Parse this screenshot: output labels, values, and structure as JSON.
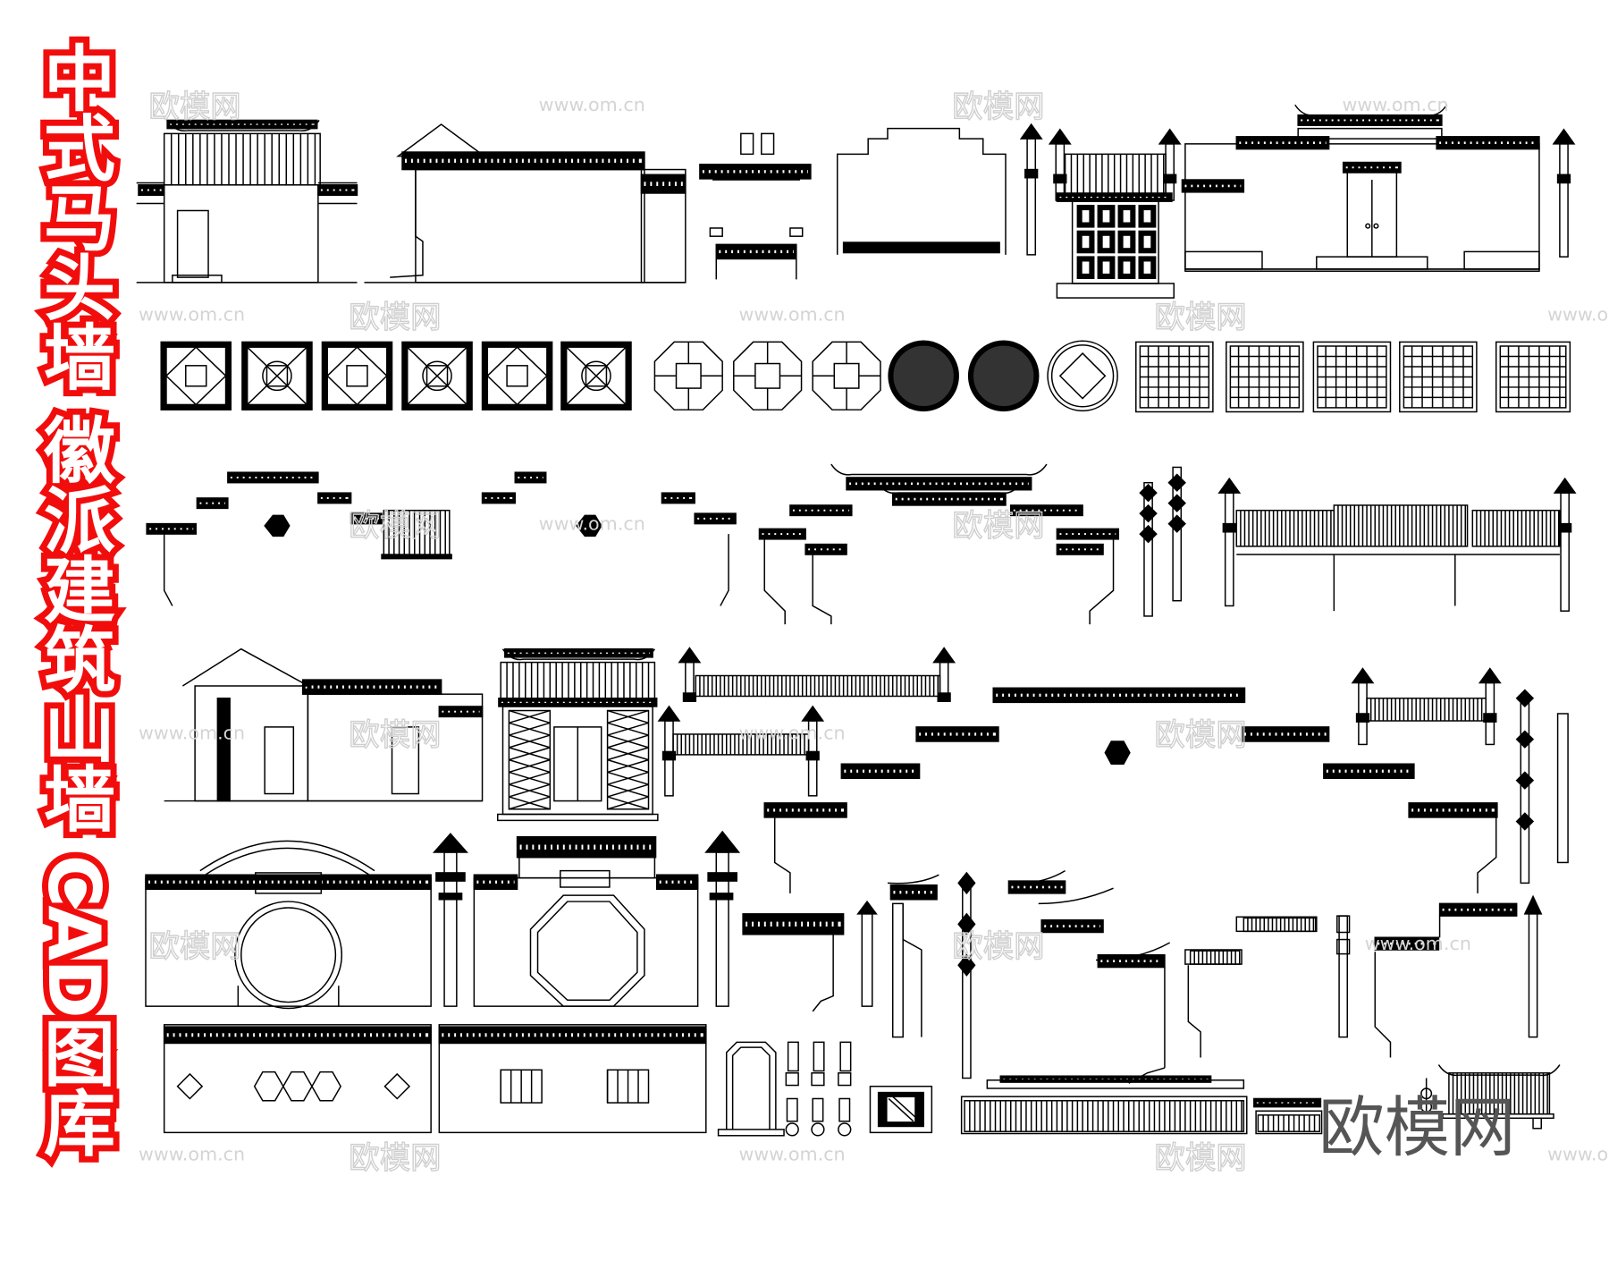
{
  "title": "中式马头墙 徽派建筑山墙 CAD图库",
  "watermark": {
    "brand": "欧模网",
    "url": "www.om.cn"
  },
  "logo": "欧模网",
  "colors": {
    "title_red": "#f20d0d",
    "line": "#000000",
    "watermark": "#cfcfcf",
    "logo": "#555555"
  }
}
